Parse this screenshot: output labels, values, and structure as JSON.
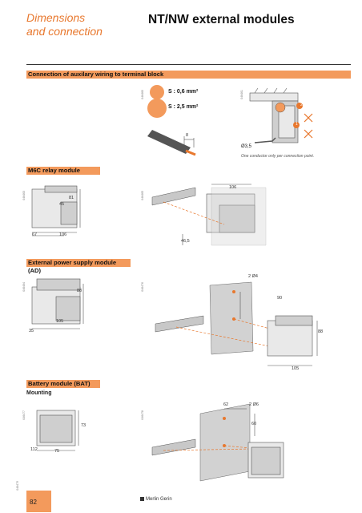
{
  "header": {
    "left_title_line1": "Dimensions",
    "left_title_line2": "and connection",
    "right_title": "NT/NW external modules"
  },
  "sections": {
    "aux_wiring": {
      "title": "Connection of auxilary wiring to terminal block"
    },
    "m6c": {
      "title": "M6C relay module"
    },
    "ad": {
      "title": "External power supply module (AD)"
    },
    "bat": {
      "title": "Battery module (BAT)",
      "subtitle": "Mounting"
    }
  },
  "conductors": {
    "small": "S : 0,6 mm²",
    "large": "S : 2,5 mm²",
    "strip_length": "8",
    "screwdriver": "Ø3,5",
    "note": "One conductor only per connection point.",
    "step1": "1",
    "step2": "2"
  },
  "m6c_dims": {
    "h_total": "81",
    "h_body": "45",
    "depth": "67",
    "width": "106",
    "width_mount": "106",
    "depth_mount": "46,5"
  },
  "ad_dims": {
    "height": "88",
    "depth": "35",
    "width": "105",
    "hole_spacing": "90",
    "holes": "2 Ø4",
    "height2": "88",
    "width2": "105"
  },
  "bat_dims": {
    "height": "73",
    "depth": "112",
    "width": "75",
    "hole_spacing_h": "62",
    "hole_spacing_v": "60",
    "holes": "2 Ø6"
  },
  "codes": {
    "c1": "046460",
    "c2": "046461",
    "c3": "046463",
    "c4": "046465",
    "c5": "046464",
    "c6": "046476",
    "c7": "046477",
    "c8": "046478",
    "c9": "046479"
  },
  "footer": {
    "page": "82",
    "brand": "Merlin Gerin"
  },
  "colors": {
    "accent": "#e8782e",
    "bar": "#f39a5c"
  }
}
